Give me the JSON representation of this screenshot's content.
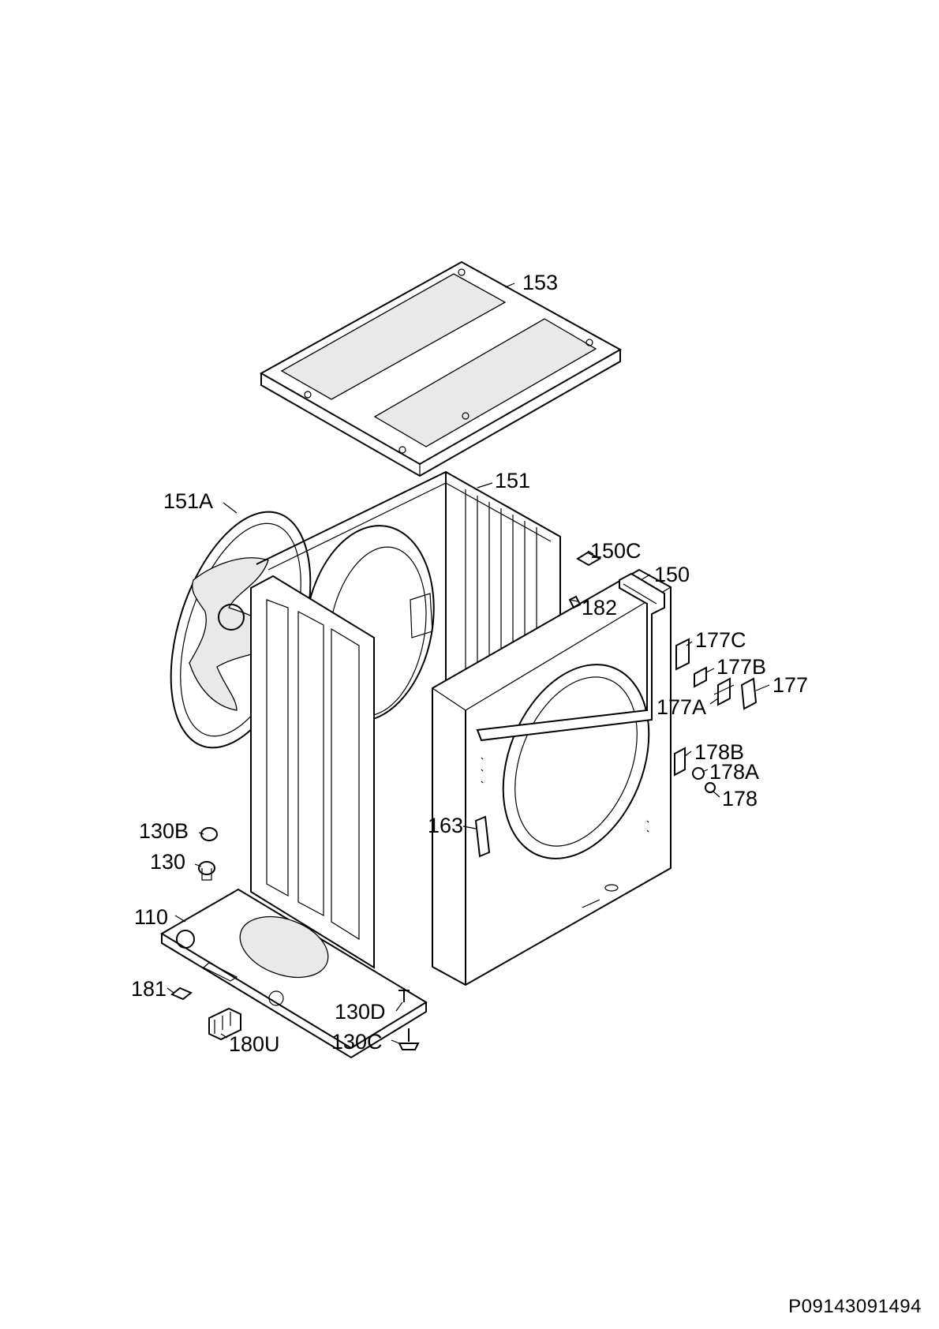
{
  "document_code": "P09143091494",
  "callouts": {
    "c153": "153",
    "c151": "151",
    "c151A": "151A",
    "c150C": "150C",
    "c150": "150",
    "c182": "182",
    "c177C": "177C",
    "c177B": "177B",
    "c177": "177",
    "c177A": "177A",
    "c178B": "178B",
    "c178A": "178A",
    "c178": "178",
    "c163": "163",
    "c130B": "130B",
    "c130": "130",
    "c110": "110",
    "c181": "181",
    "c180U": "180U",
    "c130D": "130D",
    "c130C": "130C"
  }
}
